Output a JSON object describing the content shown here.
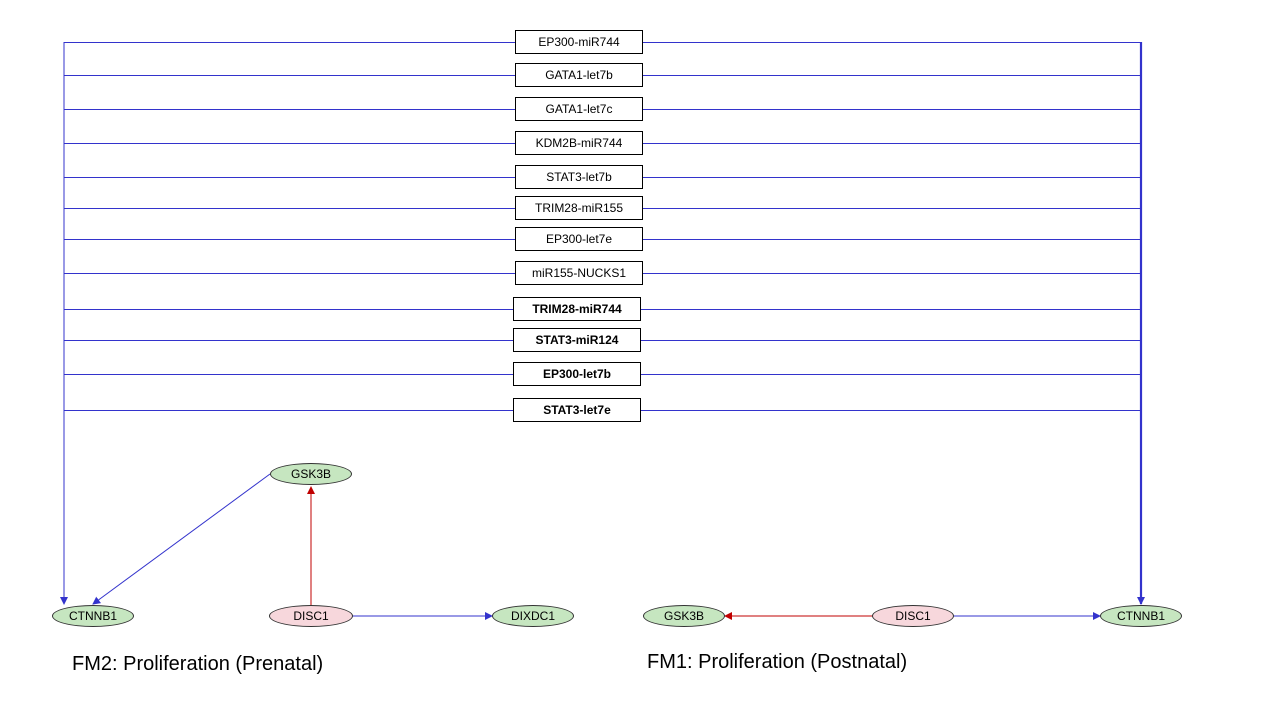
{
  "pathway_labels": [
    {
      "text": "EP300-miR744",
      "bold": false
    },
    {
      "text": "GATA1-let7b",
      "bold": false
    },
    {
      "text": "GATA1-let7c",
      "bold": false
    },
    {
      "text": "KDM2B-miR744",
      "bold": false
    },
    {
      "text": "STAT3-let7b",
      "bold": false
    },
    {
      "text": "TRIM28-miR155",
      "bold": false
    },
    {
      "text": "EP300-let7e",
      "bold": false
    },
    {
      "text": "miR155-NUCKS1",
      "bold": false
    },
    {
      "text": "TRIM28-miR744",
      "bold": true
    },
    {
      "text": "STAT3-miR124",
      "bold": true
    },
    {
      "text": "EP300-let7b",
      "bold": true
    },
    {
      "text": "STAT3-let7e",
      "bold": true
    }
  ],
  "fm2": {
    "caption": "FM2: Proliferation (Prenatal)",
    "nodes": {
      "gsk3b": "GSK3B",
      "ctnnb1": "CTNNB1",
      "disc1": "DISC1",
      "dixdc1": "DIXDC1"
    }
  },
  "fm1": {
    "caption": "FM1: Proliferation (Postnatal)",
    "nodes": {
      "gsk3b": "GSK3B",
      "disc1": "DISC1",
      "ctnnb1": "CTNNB1"
    }
  },
  "colors": {
    "activation": "#3333cc",
    "inhibition": "#c00000",
    "gene_node": "#c6e6c0",
    "regulator_node": "#f7d7dc"
  }
}
